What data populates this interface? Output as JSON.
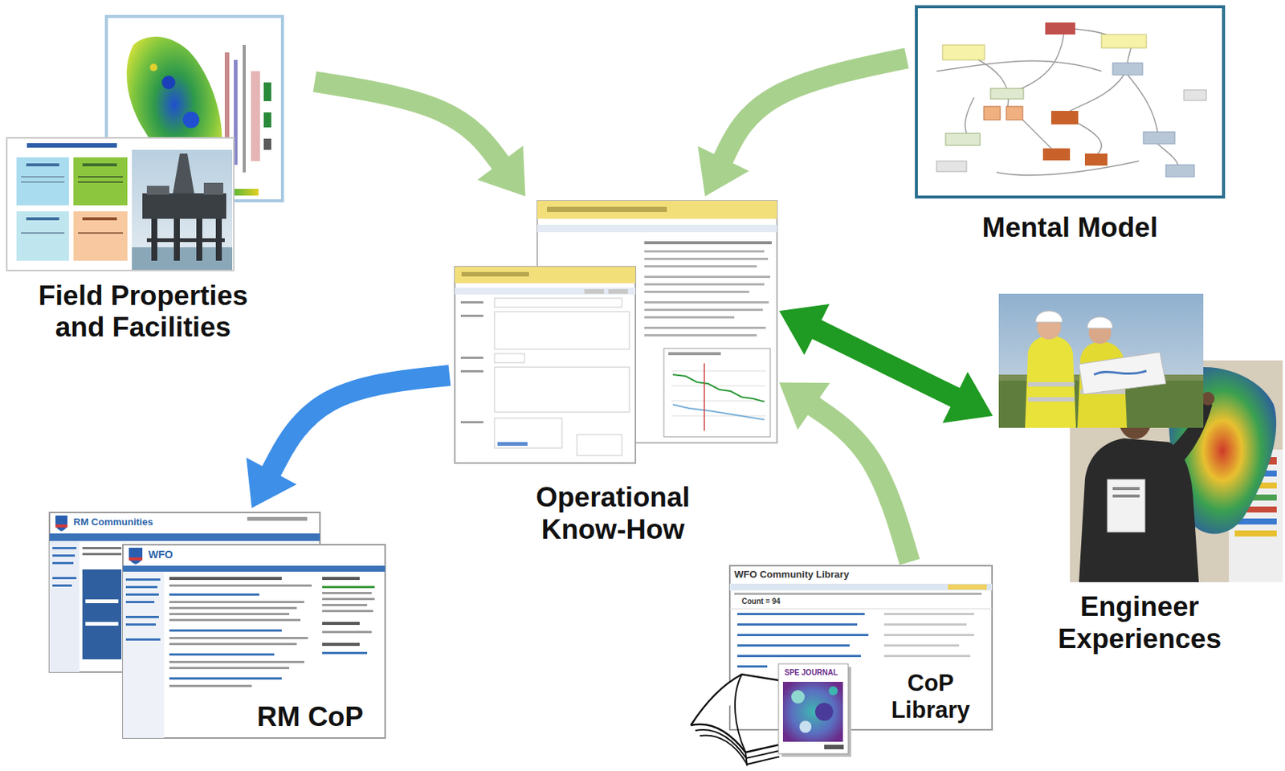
{
  "diagram": {
    "nodes": [
      {
        "text": [
          "Field Properties and Facilities"
        ]
      },
      {
        "text": [
          "Mental Model"
        ]
      },
      {
        "text": [
          "Operational Know-How"
        ]
      },
      {
        "text": [
          "Engineer Experiences"
        ]
      },
      {
        "text": [
          "RM CoP"
        ]
      },
      {
        "text": [
          "CoP Library"
        ]
      }
    ],
    "edges": [
      {
        "from": 0,
        "to": 2,
        "arrow": "to"
      },
      {
        "from": 1,
        "to": 2,
        "arrow": "to"
      },
      {
        "from": 3,
        "to": 2,
        "arrow": "both"
      },
      {
        "from": 5,
        "to": 2,
        "arrow": "to"
      },
      {
        "from": 2,
        "to": 4,
        "arrow": "to"
      }
    ],
    "labels": [
      "RM Communities",
      "WFO",
      "WFO Community Library",
      "Count = 94",
      "SPE JOURNAL"
    ]
  }
}
